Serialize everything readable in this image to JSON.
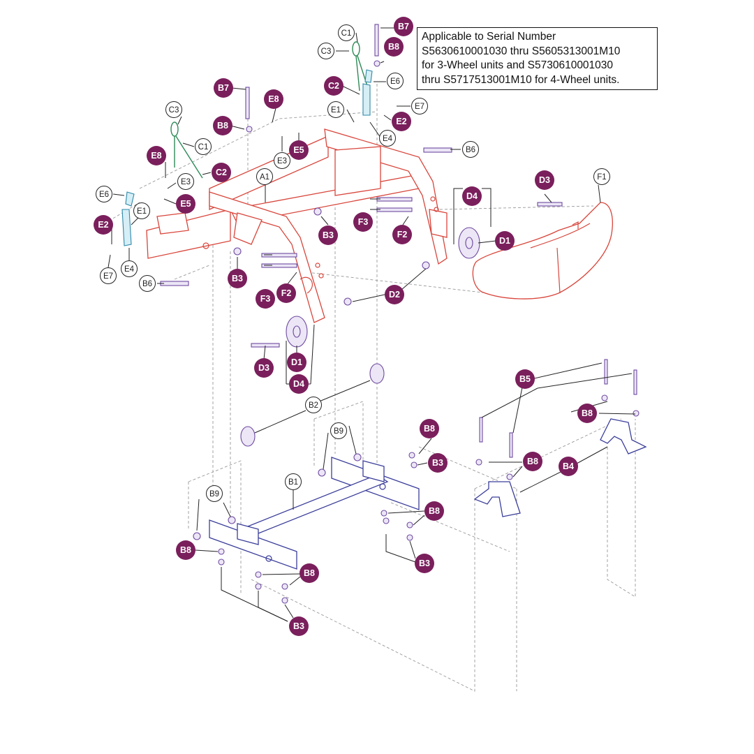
{
  "note": {
    "lines": [
      "Applicable to Serial Number",
      "S5630610001030 thru S5605313001M10",
      "for 3-Wheel units and S5730610001030",
      "thru S5717513001M10 for 4-Wheel units."
    ]
  },
  "callouts_dark": [
    "B7",
    "B8",
    "C2",
    "E2",
    "B7",
    "B8",
    "E8",
    "E5",
    "E8",
    "C2",
    "E5",
    "E2",
    "D3",
    "D4",
    "D1",
    "B3",
    "F3",
    "F2",
    "B3",
    "F3",
    "F2",
    "D2",
    "D3",
    "D1",
    "D4",
    "B5",
    "B8",
    "B8",
    "B3",
    "B8",
    "B4",
    "B8",
    "B8",
    "B3",
    "B8",
    "B3"
  ],
  "callouts_light": [
    "C1",
    "C3",
    "E6",
    "E1",
    "E7",
    "E4",
    "B6",
    "C3",
    "C1",
    "E3",
    "A1",
    "E3",
    "E6",
    "E1",
    "E7",
    "E4",
    "B6",
    "F1",
    "B2",
    "B9",
    "B9",
    "B1"
  ],
  "colors": {
    "callout_fill": "#7a1f5c",
    "main_frame": "#d8453b",
    "rear_frame": "#3b3e9a",
    "hardware": "#6e4aa0",
    "clip_pin": "#2e8a58",
    "linkage": "#2f88a8"
  }
}
